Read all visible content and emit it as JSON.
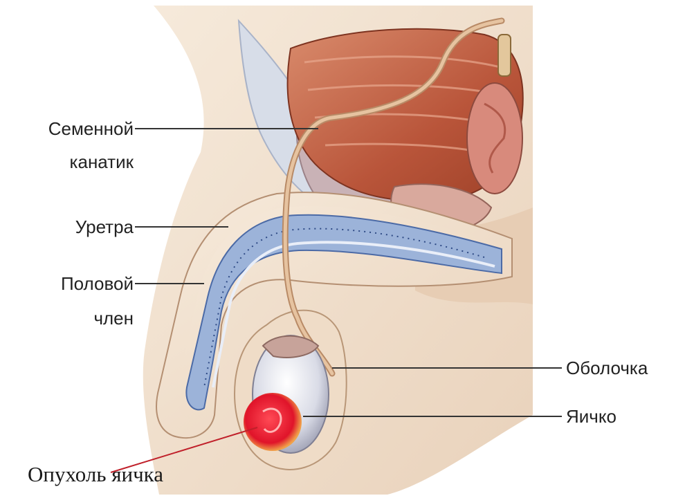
{
  "labels": {
    "spermatic_cord_line1": "Семенной",
    "spermatic_cord_line2": "канатик",
    "urethra": "Уретра",
    "penis_line1": "Половой",
    "penis_line2": "член",
    "tunica": "Оболочка",
    "testis": "Яичко",
    "tumor": "Опухоль яичка"
  },
  "colors": {
    "skin": "#f2e3cf",
    "bladder": "#c8684a",
    "urethra_blue": "#9cb3d9",
    "tumor": "#e01a2a",
    "label_text": "#222222",
    "tumor_line": "#c0202a"
  }
}
